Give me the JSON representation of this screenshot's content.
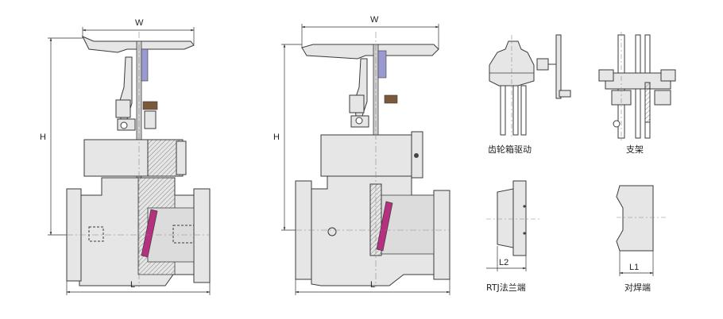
{
  "drawing": {
    "views": [
      {
        "id": "left-valve",
        "dims": {
          "width": "W",
          "height": "H",
          "length": "L"
        }
      },
      {
        "id": "middle-valve",
        "dims": {
          "width": "W",
          "height": "H",
          "length": "L"
        }
      }
    ],
    "details": [
      {
        "id": "gear-operator",
        "caption": "齿轮箱驱动"
      },
      {
        "id": "bracket",
        "caption": "支架"
      },
      {
        "id": "rtj-flange-end",
        "caption": "RTJ法兰端",
        "dim": "L2"
      },
      {
        "id": "butt-weld-end",
        "caption": "对焊端",
        "dim": "L1"
      }
    ]
  },
  "colors": {
    "line": "#3a3a3a",
    "body_fill": "#e6e6e6",
    "section_fill": "#d2d2d2",
    "wedge_accent": "#b5307e",
    "stem_accent": "#6b6bb5",
    "yoke_brown": "#7a5a3a",
    "seal_green": "#3a8a4a",
    "seal_blue": "#3a7ab5",
    "centerline": "#888888"
  }
}
